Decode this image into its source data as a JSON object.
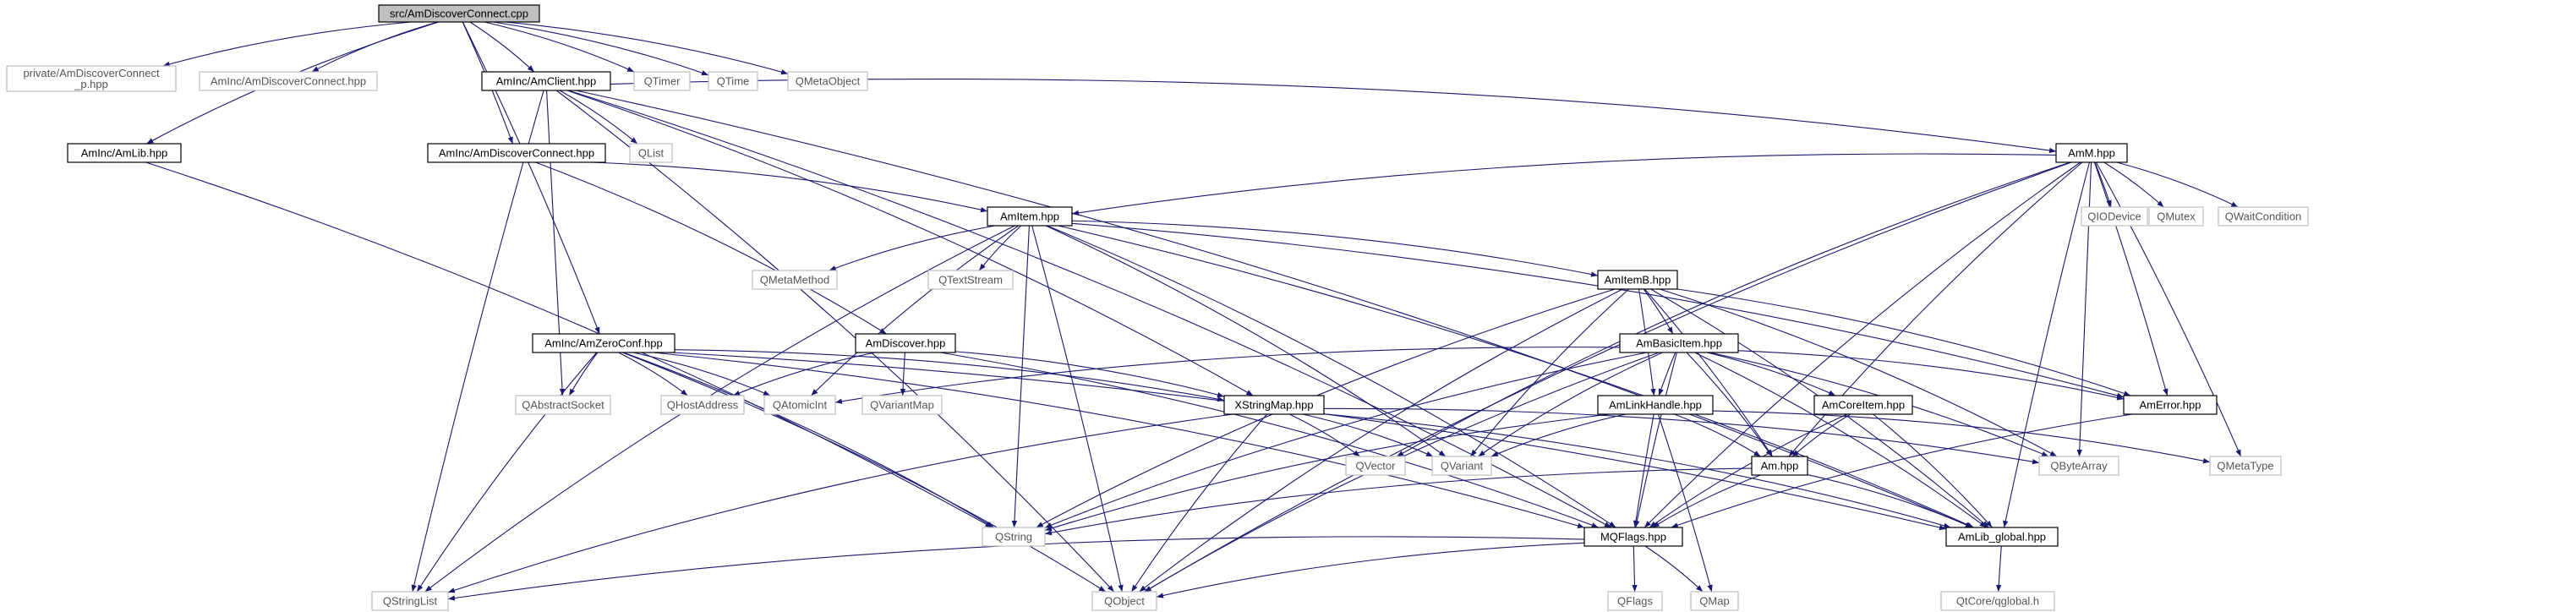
{
  "diagram": {
    "type": "include-dependency-graph",
    "colors": {
      "edge": "#191970",
      "root_fill": "#bfbfbf",
      "node_border": "#000000",
      "external_border": "#bfbfbf",
      "external_text": "#555555"
    },
    "nodes": [
      {
        "id": "root",
        "kind": "root",
        "lines": [
          "src/AmDiscoverConnect.cpp"
        ]
      },
      {
        "id": "priv",
        "kind": "external",
        "lines": [
          "private/AmDiscoverConnect",
          "_p.hpp"
        ]
      },
      {
        "id": "amdisc_top",
        "kind": "external",
        "lines": [
          "AmInc/AmDiscoverConnect.hpp"
        ]
      },
      {
        "id": "amclient",
        "kind": "doc",
        "lines": [
          "AmInc/AmClient.hpp"
        ]
      },
      {
        "id": "qtimer",
        "kind": "external",
        "lines": [
          "QTimer"
        ]
      },
      {
        "id": "qtime",
        "kind": "external",
        "lines": [
          "QTime"
        ]
      },
      {
        "id": "qmetaobject",
        "kind": "external",
        "lines": [
          "QMetaObject"
        ]
      },
      {
        "id": "amlib",
        "kind": "doc",
        "lines": [
          "AmInc/AmLib.hpp"
        ]
      },
      {
        "id": "qlist",
        "kind": "external",
        "lines": [
          "QList"
        ]
      },
      {
        "id": "amdisc_mid",
        "kind": "doc",
        "lines": [
          "AmInc/AmDiscoverConnect.hpp"
        ]
      },
      {
        "id": "amm",
        "kind": "doc",
        "lines": [
          "AmM.hpp"
        ]
      },
      {
        "id": "amitem",
        "kind": "doc",
        "lines": [
          "AmItem.hpp"
        ]
      },
      {
        "id": "qiodevice",
        "kind": "external",
        "lines": [
          "QIODevice"
        ]
      },
      {
        "id": "qmutex",
        "kind": "external",
        "lines": [
          "QMutex"
        ]
      },
      {
        "id": "qwaitcondition",
        "kind": "external",
        "lines": [
          "QWaitCondition"
        ]
      },
      {
        "id": "qmetamethod",
        "kind": "external",
        "lines": [
          "QMetaMethod"
        ]
      },
      {
        "id": "qtextstream",
        "kind": "external",
        "lines": [
          "QTextStream"
        ]
      },
      {
        "id": "amitemb",
        "kind": "doc",
        "lines": [
          "AmItemB.hpp"
        ]
      },
      {
        "id": "amzeroconf",
        "kind": "doc",
        "lines": [
          "AmInc/AmZeroConf.hpp"
        ]
      },
      {
        "id": "amdiscover",
        "kind": "doc",
        "lines": [
          "AmDiscover.hpp"
        ]
      },
      {
        "id": "ambasicitem",
        "kind": "doc",
        "lines": [
          "AmBasicItem.hpp"
        ]
      },
      {
        "id": "qabstractsocket",
        "kind": "external",
        "lines": [
          "QAbstractSocket"
        ]
      },
      {
        "id": "qhostaddress",
        "kind": "external",
        "lines": [
          "QHostAddress"
        ]
      },
      {
        "id": "qatomicint",
        "kind": "external",
        "lines": [
          "QAtomicInt"
        ]
      },
      {
        "id": "qvariantmap",
        "kind": "external",
        "lines": [
          "QVariantMap"
        ]
      },
      {
        "id": "xstringmap",
        "kind": "doc",
        "lines": [
          "XStringMap.hpp"
        ]
      },
      {
        "id": "amlinkhandle",
        "kind": "doc",
        "lines": [
          "AmLinkHandle.hpp"
        ]
      },
      {
        "id": "amcoreitem",
        "kind": "doc",
        "lines": [
          "AmCoreItem.hpp"
        ]
      },
      {
        "id": "amerror",
        "kind": "doc",
        "lines": [
          "AmError.hpp"
        ]
      },
      {
        "id": "qvector",
        "kind": "external",
        "lines": [
          "QVector"
        ]
      },
      {
        "id": "qvariant",
        "kind": "external",
        "lines": [
          "QVariant"
        ]
      },
      {
        "id": "qbytearray",
        "kind": "external",
        "lines": [
          "QByteArray"
        ]
      },
      {
        "id": "qmetatype",
        "kind": "external",
        "lines": [
          "QMetaType"
        ]
      },
      {
        "id": "am",
        "kind": "doc",
        "lines": [
          "Am.hpp"
        ]
      },
      {
        "id": "qstring",
        "kind": "external",
        "lines": [
          "QString"
        ]
      },
      {
        "id": "mqflags",
        "kind": "doc",
        "lines": [
          "MQFlags.hpp"
        ]
      },
      {
        "id": "amlib_global",
        "kind": "doc",
        "lines": [
          "AmLib_global.hpp"
        ]
      },
      {
        "id": "qstringlist",
        "kind": "external",
        "lines": [
          "QStringList"
        ]
      },
      {
        "id": "qobject",
        "kind": "external",
        "lines": [
          "QObject"
        ]
      },
      {
        "id": "qflags",
        "kind": "external",
        "lines": [
          "QFlags"
        ]
      },
      {
        "id": "qmap",
        "kind": "external",
        "lines": [
          "QMap"
        ]
      },
      {
        "id": "qglobal",
        "kind": "external",
        "lines": [
          "QtCore/qglobal.h"
        ]
      }
    ],
    "edges": [
      [
        "root",
        "priv"
      ],
      [
        "root",
        "amdisc_top"
      ],
      [
        "root",
        "amclient"
      ],
      [
        "root",
        "qtimer"
      ],
      [
        "root",
        "qtime"
      ],
      [
        "root",
        "qmetaobject"
      ],
      [
        "root",
        "amlib"
      ],
      [
        "root",
        "amdisc_mid"
      ],
      [
        "root",
        "amzeroconf"
      ],
      [
        "amclient",
        "qlist"
      ],
      [
        "amclient",
        "amm"
      ],
      [
        "amclient",
        "qabstractsocket"
      ],
      [
        "amclient",
        "qstringlist"
      ],
      [
        "amclient",
        "qobject"
      ],
      [
        "amclient",
        "xstringmap"
      ],
      [
        "amclient",
        "mqflags"
      ],
      [
        "amclient",
        "amlib_global"
      ],
      [
        "amlib",
        "qstring"
      ],
      [
        "amdisc_mid",
        "amitem"
      ],
      [
        "amdisc_mid",
        "amdiscover"
      ],
      [
        "amm",
        "amitem"
      ],
      [
        "amm",
        "qiodevice"
      ],
      [
        "amm",
        "qmutex"
      ],
      [
        "amm",
        "qwaitcondition"
      ],
      [
        "amm",
        "qobject"
      ],
      [
        "amm",
        "qvector"
      ],
      [
        "amm",
        "amerror"
      ],
      [
        "amm",
        "am"
      ],
      [
        "amm",
        "qbytearray"
      ],
      [
        "amm",
        "qmetatype"
      ],
      [
        "amm",
        "mqflags"
      ],
      [
        "amm",
        "amlib_global"
      ],
      [
        "amitem",
        "qmetamethod"
      ],
      [
        "amitem",
        "qtextstream"
      ],
      [
        "amitem",
        "amitemb"
      ],
      [
        "amitem",
        "qatomicint"
      ],
      [
        "amitem",
        "qstring"
      ],
      [
        "amitem",
        "qobject"
      ],
      [
        "amitem",
        "qvariant"
      ],
      [
        "amitem",
        "qstringlist"
      ],
      [
        "amitem",
        "amerror"
      ],
      [
        "amitem",
        "mqflags"
      ],
      [
        "amitem",
        "amlib_global"
      ],
      [
        "amitemb",
        "ambasicitem"
      ],
      [
        "amitemb",
        "amlinkhandle"
      ],
      [
        "amitemb",
        "qvariant"
      ],
      [
        "amitemb",
        "qstring"
      ],
      [
        "amitemb",
        "qobject"
      ],
      [
        "amitemb",
        "am"
      ],
      [
        "amitemb",
        "amerror"
      ],
      [
        "amitemb",
        "qbytearray"
      ],
      [
        "amitemb",
        "amlib_global"
      ],
      [
        "amzeroconf",
        "qabstractsocket"
      ],
      [
        "amzeroconf",
        "qhostaddress"
      ],
      [
        "amzeroconf",
        "qatomicint"
      ],
      [
        "amzeroconf",
        "xstringmap"
      ],
      [
        "amzeroconf",
        "qstring"
      ],
      [
        "amzeroconf",
        "qstringlist"
      ],
      [
        "amzeroconf",
        "qobject"
      ],
      [
        "amzeroconf",
        "mqflags"
      ],
      [
        "amzeroconf",
        "amlib_global"
      ],
      [
        "amdiscover",
        "qhostaddress"
      ],
      [
        "amdiscover",
        "qvariantmap"
      ],
      [
        "amdiscover",
        "xstringmap"
      ],
      [
        "amdiscover",
        "mqflags"
      ],
      [
        "ambasicitem",
        "amlinkhandle"
      ],
      [
        "ambasicitem",
        "amcoreitem"
      ],
      [
        "ambasicitem",
        "amerror"
      ],
      [
        "ambasicitem",
        "qvariant"
      ],
      [
        "ambasicitem",
        "qstring"
      ],
      [
        "ambasicitem",
        "qatomicint"
      ],
      [
        "ambasicitem",
        "qobject"
      ],
      [
        "ambasicitem",
        "am"
      ],
      [
        "ambasicitem",
        "mqflags"
      ],
      [
        "ambasicitem",
        "qbytearray"
      ],
      [
        "ambasicitem",
        "amlib_global"
      ],
      [
        "xstringmap",
        "qvector"
      ],
      [
        "xstringmap",
        "qvariant"
      ],
      [
        "xstringmap",
        "qbytearray"
      ],
      [
        "xstringmap",
        "qstringlist"
      ],
      [
        "xstringmap",
        "qobject"
      ],
      [
        "xstringmap",
        "amlib_global"
      ],
      [
        "amlinkhandle",
        "qvariant"
      ],
      [
        "amlinkhandle",
        "am"
      ],
      [
        "amlinkhandle",
        "mqflags"
      ],
      [
        "amlinkhandle",
        "qmap"
      ],
      [
        "amlinkhandle",
        "qstring"
      ],
      [
        "amlinkhandle",
        "qmetatype"
      ],
      [
        "amcoreitem",
        "am"
      ],
      [
        "amcoreitem",
        "mqflags"
      ],
      [
        "amcoreitem",
        "amlib_global"
      ],
      [
        "amerror",
        "mqflags"
      ],
      [
        "am",
        "qstring"
      ],
      [
        "am",
        "mqflags"
      ],
      [
        "am",
        "amlib_global"
      ],
      [
        "mqflags",
        "qstringlist"
      ],
      [
        "mqflags",
        "qobject"
      ],
      [
        "mqflags",
        "qflags"
      ],
      [
        "mqflags",
        "qmap"
      ],
      [
        "amlib_global",
        "qglobal"
      ]
    ]
  }
}
